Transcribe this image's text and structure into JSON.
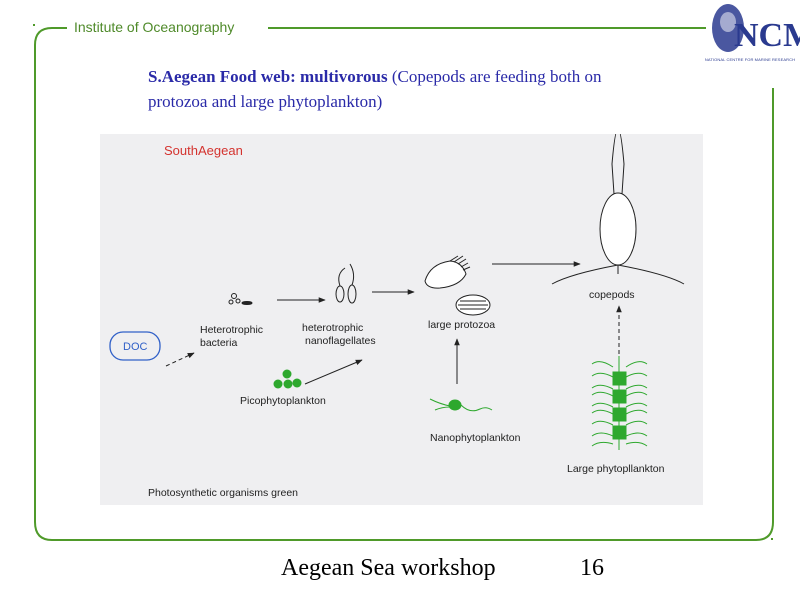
{
  "header": {
    "label": "Institute of Oceanography",
    "logo_text": "NCMR",
    "logo_subtitle": "NATIONAL CENTRE FOR MARINE RESEARCH"
  },
  "title": {
    "bold": "S.Aegean Food web: multivorous",
    "rest": " (Copepods  are feeding both on  protozoa and large phytoplankton)"
  },
  "diagram": {
    "region": "SouthAegean",
    "nodes": {
      "doc": "DOC",
      "heterotrophic_bacteria": [
        "Heterotrophic",
        "bacteria"
      ],
      "heterotrophic_nanoflagellates": [
        "heterotrophic",
        "nanoflagellates"
      ],
      "large_protozoa": "large protozoa",
      "copepods": "copepods",
      "picophytoplankton": "Picophytoplankton",
      "nanophytoplankton": "Nanophytoplankton",
      "large_phytoplankton": "Large phytopllankton"
    },
    "footnote": "Photosynthetic organisms green"
  },
  "footer": {
    "title": "Aegean Sea workshop",
    "page": "16"
  },
  "colors": {
    "frame_green": "#4f9a2a",
    "title_blue": "#2a2aa8",
    "organism_green": "#2ea82e",
    "region_red": "#d4332f",
    "doc_blue": "#3060c8"
  }
}
